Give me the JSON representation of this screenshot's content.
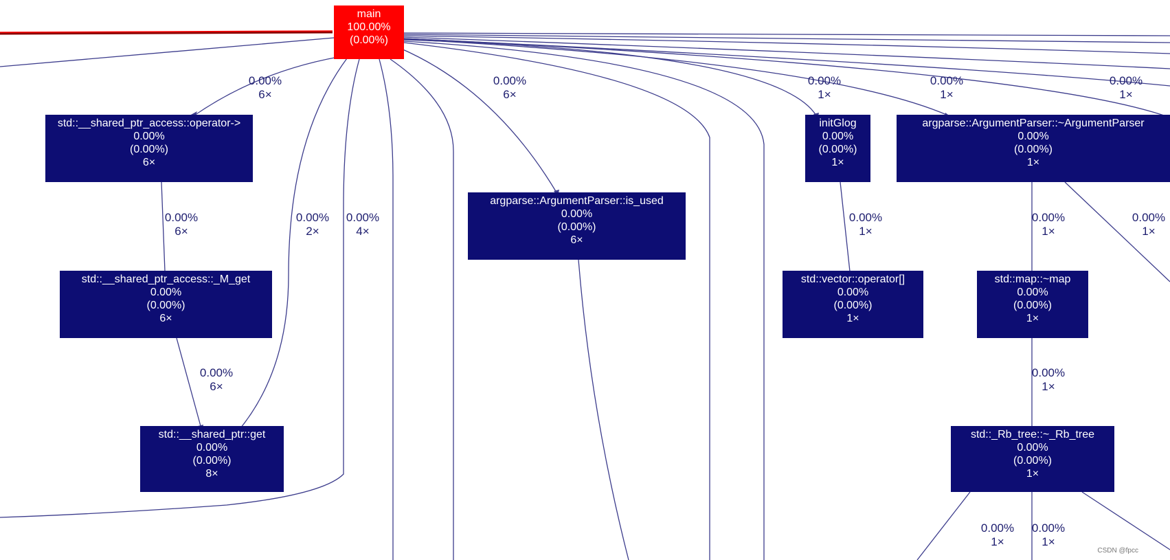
{
  "colors": {
    "node_fill": "#0d0d73",
    "hot_fill": "#ff0000",
    "edge": "#3c3c8c",
    "text": "#ffffff",
    "edge_label": "#1c1c6e"
  },
  "nodes": {
    "main": {
      "name": "main",
      "total": "100.00%",
      "self": "(0.00%)"
    },
    "sp_access_op": {
      "name": "std::__shared_ptr_access::operator->",
      "total": "0.00%",
      "self": "(0.00%)",
      "calls": "6×"
    },
    "sp_access_mget": {
      "name": "std::__shared_ptr_access::_M_get",
      "total": "0.00%",
      "self": "(0.00%)",
      "calls": "6×"
    },
    "sp_get": {
      "name": "std::__shared_ptr::get",
      "total": "0.00%",
      "self": "(0.00%)",
      "calls": "8×"
    },
    "is_used": {
      "name": "argparse::ArgumentParser::is_used",
      "total": "0.00%",
      "self": "(0.00%)",
      "calls": "6×"
    },
    "initglog": {
      "name": "initGlog",
      "total": "0.00%",
      "self": "(0.00%)",
      "calls": "1×"
    },
    "argparser_dtor": {
      "name": "argparse::ArgumentParser::~ArgumentParser",
      "total": "0.00%",
      "self": "(0.00%)",
      "calls": "1×"
    },
    "vector_op": {
      "name": "std::vector::operator[]",
      "total": "0.00%",
      "self": "(0.00%)",
      "calls": "1×"
    },
    "map_dtor": {
      "name": "std::map::~map",
      "total": "0.00%",
      "self": "(0.00%)",
      "calls": "1×"
    },
    "rbtree_dtor": {
      "name": "std::_Rb_tree::~_Rb_tree",
      "total": "0.00%",
      "self": "(0.00%)",
      "calls": "1×"
    }
  },
  "edge_labels": {
    "main_opaccess": {
      "pct": "0.00%",
      "calls": "6×"
    },
    "main_isused": {
      "pct": "0.00%",
      "calls": "6×"
    },
    "main_initglog": {
      "pct": "0.00%",
      "calls": "1×"
    },
    "main_dtor": {
      "pct": "0.00%",
      "calls": "1×"
    },
    "main_right": {
      "pct": "0.00%",
      "calls": "1×"
    },
    "opaccess_mget": {
      "pct": "0.00%",
      "calls": "6×"
    },
    "main_get2": {
      "pct": "0.00%",
      "calls": "2×"
    },
    "main_4": {
      "pct": "0.00%",
      "calls": "4×"
    },
    "initglog_vector": {
      "pct": "0.00%",
      "calls": "1×"
    },
    "dtor_map": {
      "pct": "0.00%",
      "calls": "1×"
    },
    "dtor_right": {
      "pct": "0.00%",
      "calls": "1×"
    },
    "mget_get": {
      "pct": "0.00%",
      "calls": "6×"
    },
    "map_rbtree": {
      "pct": "0.00%",
      "calls": "1×"
    },
    "rbtree_a": {
      "pct": "0.00%",
      "calls": "1×"
    },
    "rbtree_b": {
      "pct": "0.00%",
      "calls": "1×"
    }
  },
  "watermark": "CSDN @fpcc"
}
